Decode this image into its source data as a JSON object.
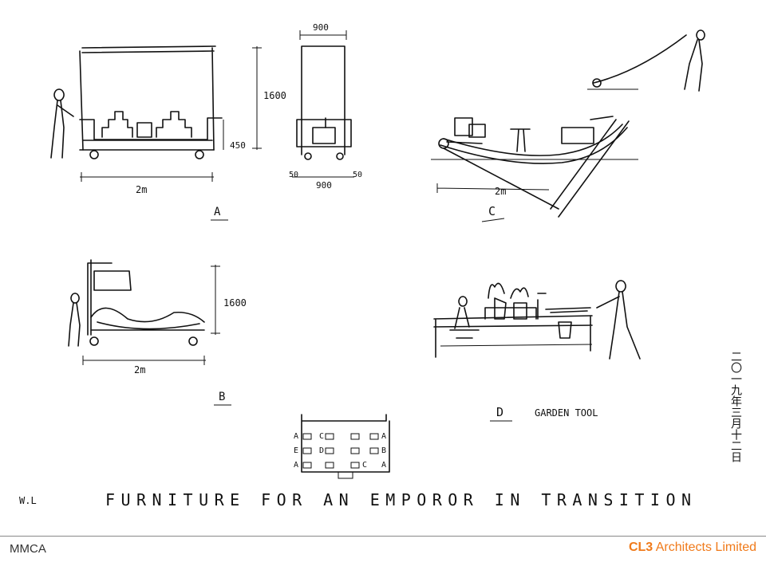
{
  "title": "FURNITURE FOR AN EMPOROR IN TRANSITION",
  "signature": "W.L",
  "sketches": {
    "a": {
      "label": "A",
      "width_dim": "2m",
      "height_dim": "1600",
      "seat_dim": "450"
    },
    "a_side": {
      "top_dim": "900",
      "bottom_dim": "900",
      "left_dim": "50",
      "right_dim": "50"
    },
    "b": {
      "label": "B",
      "width_dim": "2m",
      "height_dim": "1600"
    },
    "c": {
      "label": "C",
      "width_dim": "2m"
    },
    "d": {
      "label": "D",
      "caption": "GARDEN TOOL"
    }
  },
  "legend": {
    "left": [
      "A",
      "E",
      "A"
    ],
    "mid": [
      "C",
      "D",
      "C"
    ],
    "right": [
      "A",
      "B",
      "A"
    ]
  },
  "vertical_date": "二〇一九年三月十二日",
  "footer": {
    "left": "MMCA",
    "brand": "CL3",
    "right": "Architects Limited",
    "brand_color": "#f07a1a"
  }
}
